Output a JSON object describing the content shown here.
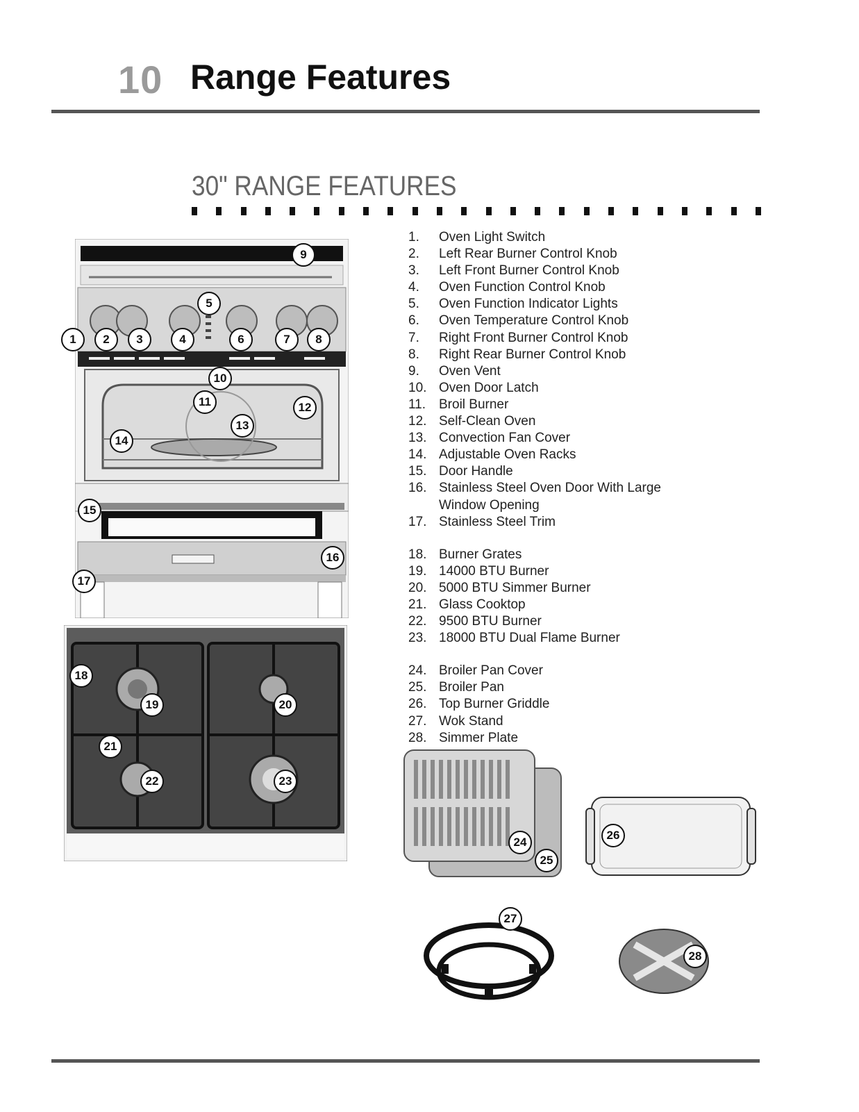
{
  "header": {
    "chapter_number": "10",
    "chapter_title": "Range Features"
  },
  "section": {
    "title": "30\" RANGE FEATURES"
  },
  "features": [
    {
      "num": "1.",
      "label": "Oven Light Switch"
    },
    {
      "num": "2.",
      "label": "Left Rear Burner Control Knob"
    },
    {
      "num": "3.",
      "label": "Left Front Burner Control Knob"
    },
    {
      "num": "4.",
      "label": "Oven Function Control Knob"
    },
    {
      "num": "5.",
      "label": "Oven Function Indicator Lights"
    },
    {
      "num": "6.",
      "label": "Oven Temperature Control Knob"
    },
    {
      "num": "7.",
      "label": "Right Front Burner Control Knob"
    },
    {
      "num": "8.",
      "label": "Right Rear Burner Control Knob"
    },
    {
      "num": "9.",
      "label": "Oven Vent"
    },
    {
      "num": "10.",
      "label": "Oven Door Latch"
    },
    {
      "num": "11.",
      "label": "Broil Burner"
    },
    {
      "num": "12.",
      "label": "Self-Clean Oven"
    },
    {
      "num": "13.",
      "label": "Convection Fan Cover"
    },
    {
      "num": "14.",
      "label": "Adjustable Oven Racks"
    },
    {
      "num": "15.",
      "label": "Door Handle"
    },
    {
      "num": "16.",
      "label": "Stainless Steel Oven Door With Large Window Opening"
    },
    {
      "num": "17.",
      "label": "Stainless Steel Trim"
    },
    {
      "num": "18.",
      "label": "Burner Grates"
    },
    {
      "num": "19.",
      "label": "14000 BTU Burner"
    },
    {
      "num": "20.",
      "label": "5000 BTU Simmer Burner"
    },
    {
      "num": "21.",
      "label": "Glass Cooktop"
    },
    {
      "num": "22.",
      "label": "9500 BTU Burner"
    },
    {
      "num": "23.",
      "label": "18000 BTU Dual Flame Burner"
    },
    {
      "num": "24.",
      "label": "Broiler Pan Cover"
    },
    {
      "num": "25.",
      "label": "Broiler Pan"
    },
    {
      "num": "26.",
      "label": "Top Burner Griddle"
    },
    {
      "num": "27.",
      "label": "Wok Stand"
    },
    {
      "num": "28.",
      "label": "Simmer Plate"
    }
  ],
  "callouts": [
    "1",
    "2",
    "3",
    "4",
    "5",
    "6",
    "7",
    "8",
    "9",
    "10",
    "11",
    "12",
    "13",
    "14",
    "15",
    "16",
    "17",
    "18",
    "19",
    "20",
    "21",
    "22",
    "23",
    "24",
    "25",
    "26",
    "27",
    "28"
  ]
}
